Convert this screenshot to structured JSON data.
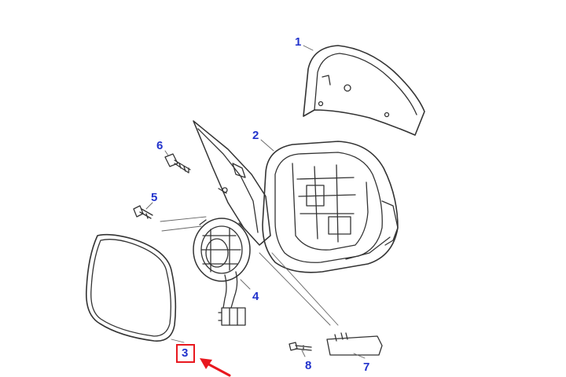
{
  "callouts": {
    "part_1": "1",
    "part_2": "2",
    "part_3": "3",
    "part_4": "4",
    "part_5": "5",
    "part_6": "6",
    "part_7": "7",
    "part_8": "8"
  },
  "colors": {
    "callout_text": "#2233cc",
    "line_art": "#333333",
    "highlight": "#e8181f"
  }
}
